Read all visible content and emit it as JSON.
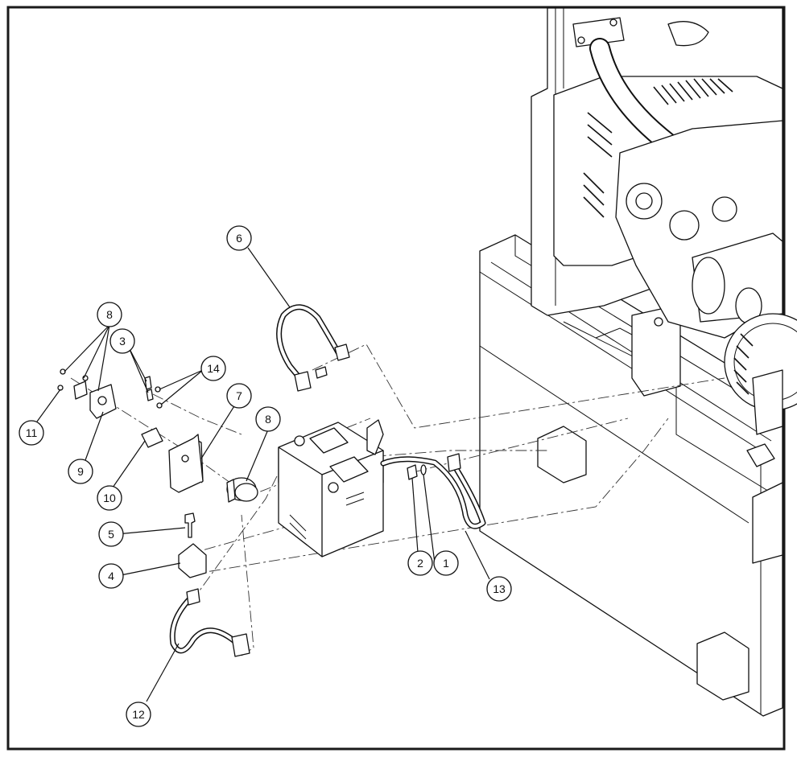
{
  "diagram": {
    "callouts": [
      {
        "id": "c1",
        "label": "1"
      },
      {
        "id": "c2",
        "label": "2"
      },
      {
        "id": "c3",
        "label": "3"
      },
      {
        "id": "c4",
        "label": "4"
      },
      {
        "id": "c5",
        "label": "5"
      },
      {
        "id": "c6",
        "label": "6"
      },
      {
        "id": "c7",
        "label": "7"
      },
      {
        "id": "c8a",
        "label": "8"
      },
      {
        "id": "c8b",
        "label": "8"
      },
      {
        "id": "c9",
        "label": "9"
      },
      {
        "id": "c10",
        "label": "10"
      },
      {
        "id": "c11",
        "label": "11"
      },
      {
        "id": "c12",
        "label": "12"
      },
      {
        "id": "c13",
        "label": "13"
      },
      {
        "id": "c14",
        "label": "14"
      }
    ]
  }
}
